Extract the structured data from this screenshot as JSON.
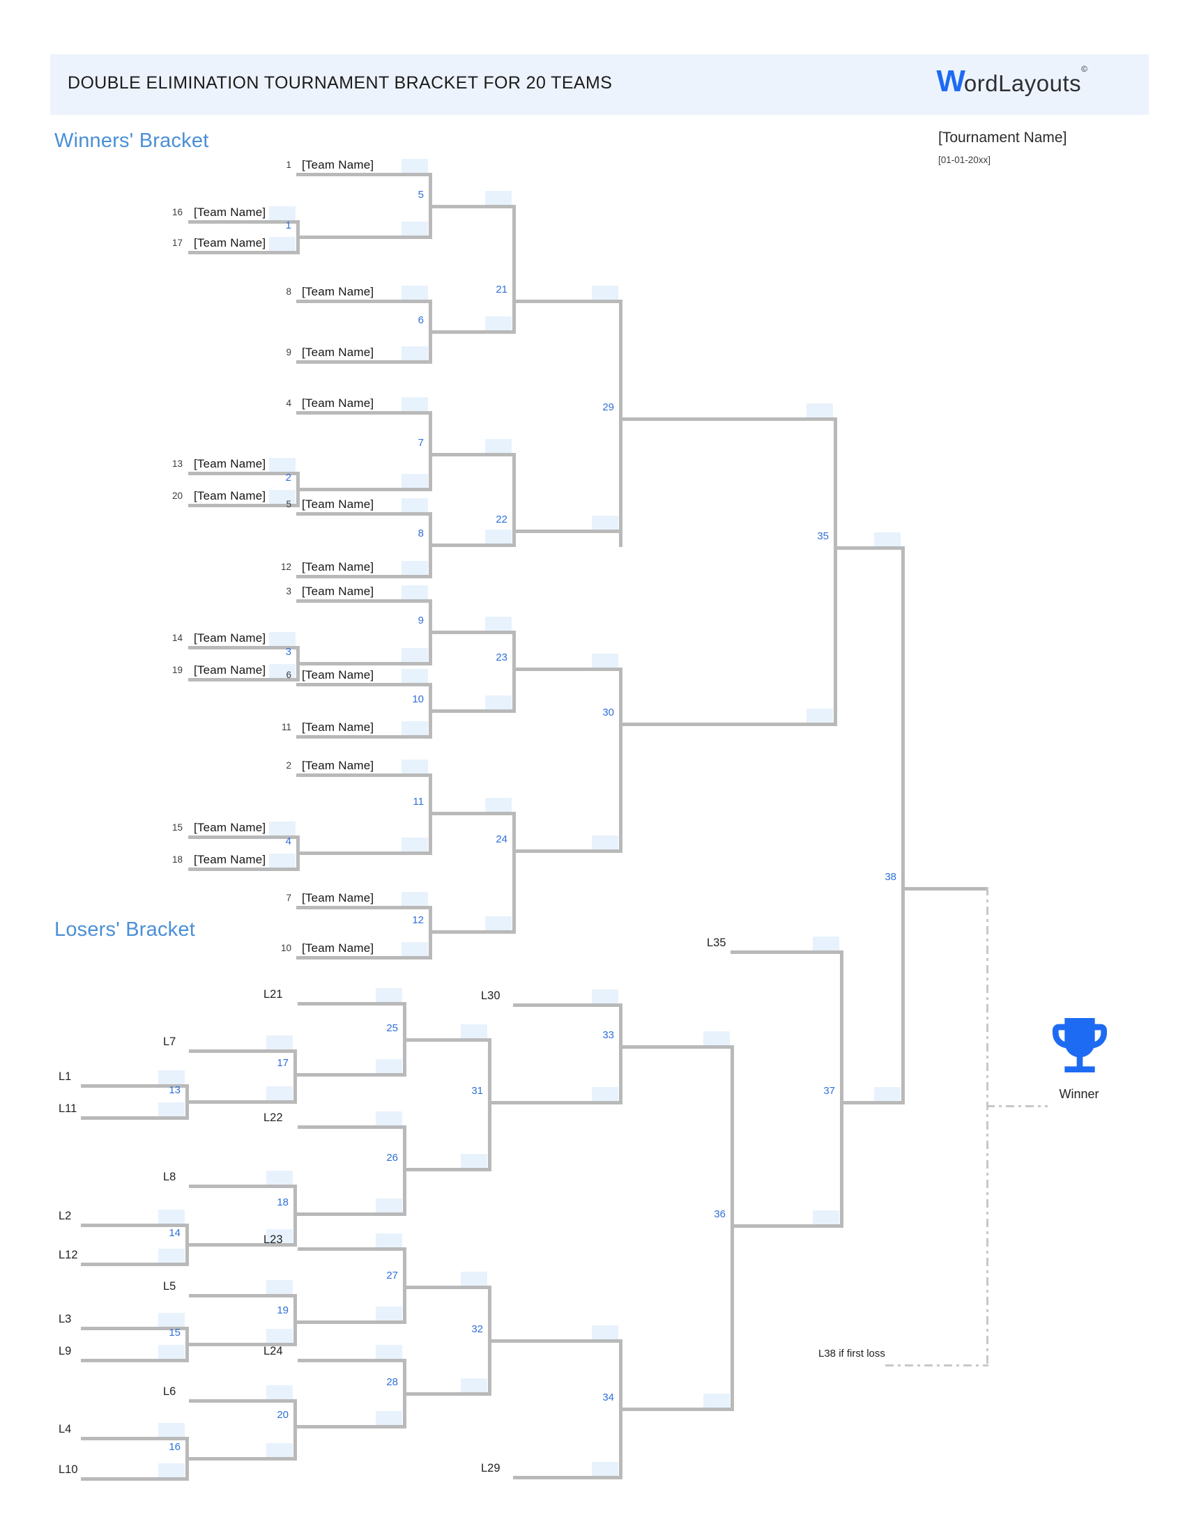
{
  "header": {
    "title": "DOUBLE ELIMINATION TOURNAMENT BRACKET FOR 20 TEAMS",
    "logo_w": "W",
    "logo_rest": "ordLayouts",
    "logo_mark": "©"
  },
  "meta": {
    "tournament_name": "[Tournament Name]",
    "date": "[01-01-20xx]"
  },
  "sections": {
    "winners_title": "Winners' Bracket",
    "losers_title": "Losers' Bracket"
  },
  "footer": {
    "winner_label": "Winner",
    "grand_final_note": "L38 if first loss",
    "trophy_color": "#1d6bf3"
  },
  "colors": {
    "line_gray": "#b9b9b9",
    "score_box_blue": "#e8f2fc",
    "match_number_blue": "#2e6fd9",
    "section_title_blue": "#4a8fd6",
    "header_band_blue": "#edf3fc"
  },
  "winners": {
    "round2": [
      {
        "seed": "1",
        "name": "[Team Name]"
      },
      {
        "seed": "8",
        "name": "[Team Name]"
      },
      {
        "seed": "9",
        "name": "[Team Name]"
      },
      {
        "seed": "4",
        "name": "[Team Name]"
      },
      {
        "seed": "5",
        "name": "[Team Name]"
      },
      {
        "seed": "12",
        "name": "[Team Name]"
      },
      {
        "seed": "3",
        "name": "[Team Name]"
      },
      {
        "seed": "6",
        "name": "[Team Name]"
      },
      {
        "seed": "11",
        "name": "[Team Name]"
      },
      {
        "seed": "2",
        "name": "[Team Name]"
      },
      {
        "seed": "7",
        "name": "[Team Name]"
      },
      {
        "seed": "10",
        "name": "[Team Name]"
      }
    ],
    "round1": [
      {
        "seed": "16",
        "name": "[Team Name]"
      },
      {
        "seed": "17",
        "name": "[Team Name]"
      },
      {
        "seed": "13",
        "name": "[Team Name]"
      },
      {
        "seed": "20",
        "name": "[Team Name]"
      },
      {
        "seed": "14",
        "name": "[Team Name]"
      },
      {
        "seed": "19",
        "name": "[Team Name]"
      },
      {
        "seed": "15",
        "name": "[Team Name]"
      },
      {
        "seed": "18",
        "name": "[Team Name]"
      }
    ],
    "matches": [
      "1",
      "2",
      "3",
      "4",
      "5",
      "6",
      "7",
      "8",
      "9",
      "10",
      "11",
      "12",
      "21",
      "22",
      "23",
      "24",
      "29",
      "30",
      "35",
      "38"
    ]
  },
  "losers": {
    "entries": [
      "L21",
      "L7",
      "L1",
      "L11",
      "L22",
      "L8",
      "L2",
      "L12",
      "L23",
      "L5",
      "L3",
      "L9",
      "L24",
      "L6",
      "L4",
      "L10",
      "L30",
      "L29",
      "L35"
    ],
    "matches": [
      "13",
      "14",
      "15",
      "16",
      "17",
      "18",
      "19",
      "20",
      "25",
      "26",
      "27",
      "28",
      "31",
      "32",
      "33",
      "34",
      "36",
      "37"
    ]
  }
}
